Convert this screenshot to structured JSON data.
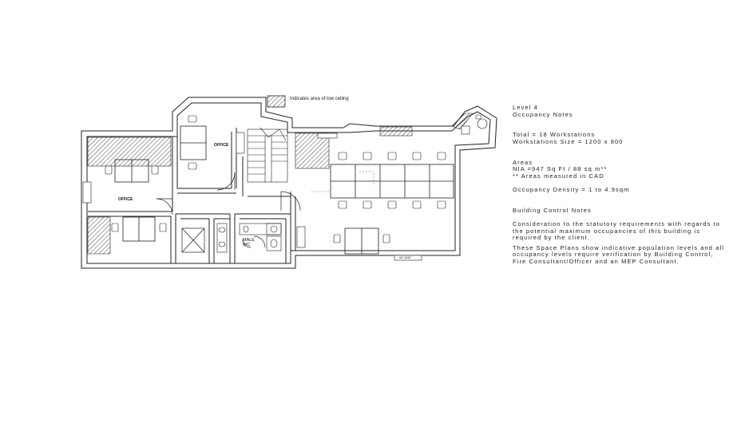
{
  "legend": {
    "text": "Indicates area of low ceiling"
  },
  "labels": {
    "office_top": "OFFICE",
    "office_left": "OFFICE",
    "wc": "MALE\nWC",
    "ac_unit": "A/C UNIT"
  },
  "notes": {
    "level": "Level 4",
    "heading": "Occupancy Notes",
    "total": "Total = 18 Workstations",
    "size": "Workstations Size = 1200 x 800",
    "areas_heading": "Areas",
    "nia": "NIA =947 Sq Ft / 88 sq m**",
    "nia_note": "** Areas measured in CAD",
    "density": "Occupancy Density = 1 to 4.9sqm",
    "bc_heading": "Building Control Notes",
    "bc_para1": "Consideration to the statutory requirements with regards to the potential maximum occupancies of this building is required by the client.",
    "bc_para2": "These Space Plans show indicative population levels and all occupancy levels require verification by Building Control, Fire Consultant/Officer and an MEP Consultant."
  }
}
